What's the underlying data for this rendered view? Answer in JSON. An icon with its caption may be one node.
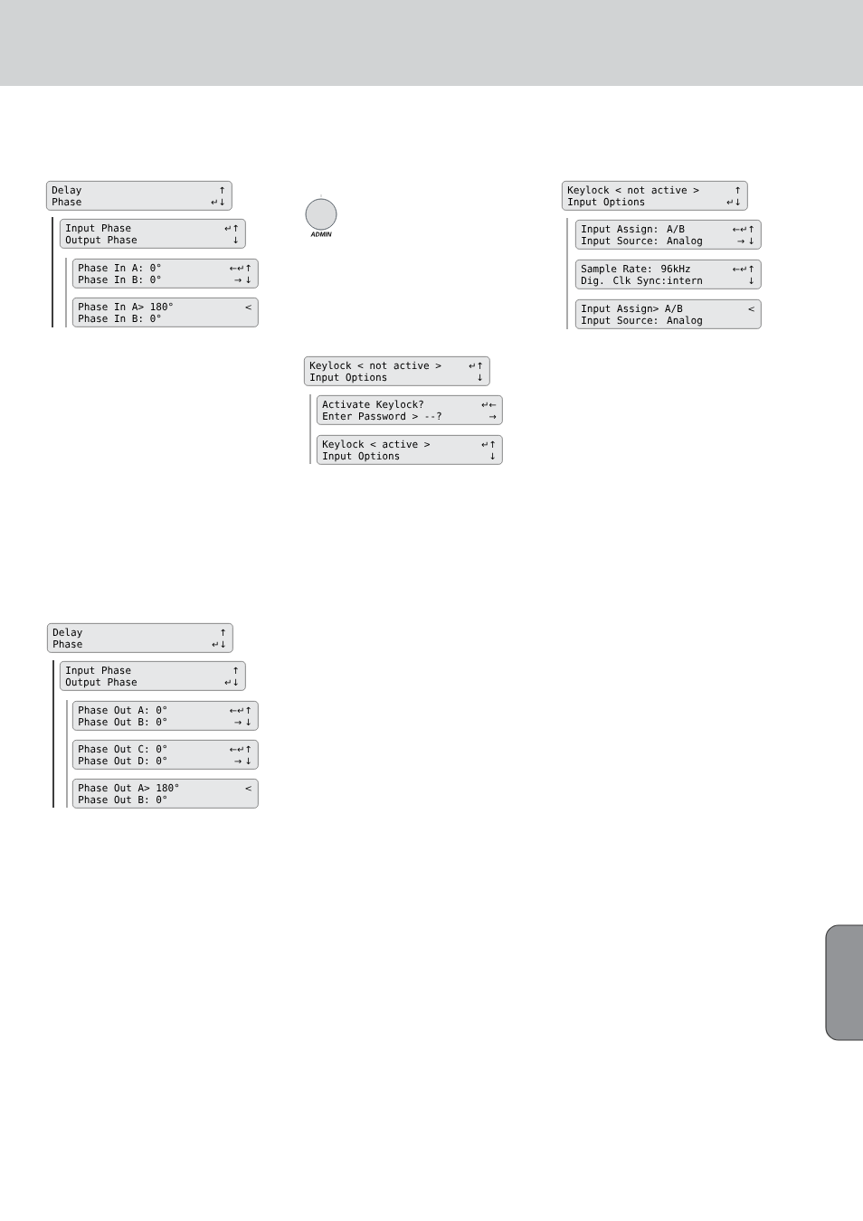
{
  "diagram": {
    "nodes": [
      {
        "text": [
          "Delay",
          "Phase",
          "↑",
          "↵↓"
        ]
      },
      {
        "text": [
          "Input Phase",
          "Output Phase",
          "↵↑",
          "↓"
        ]
      },
      {
        "text": [
          "Phase In A: 0°",
          "Phase In B: 0°",
          "←↵↑",
          "→ ↓"
        ]
      },
      {
        "text": [
          "Phase In A> 180°",
          "Phase In B: 0°",
          "<"
        ]
      },
      {
        "text": [],
        "shape": "circle",
        "beside": [
          "ADMIN"
        ]
      },
      {
        "text": [
          "Keylock < not active >",
          "Input Options",
          "↑",
          "↵↓"
        ]
      },
      {
        "text": [
          "Input Assign: A/B",
          "Input Source: Analog",
          "←↵↑",
          "→ ↓"
        ]
      },
      {
        "text": [
          "Sample Rate: 96kHz",
          "Dig. Clk Sync:intern",
          "←↵↑",
          "↓"
        ]
      },
      {
        "text": [
          "Input Assign> A/B",
          "Input Source: Analog",
          "<"
        ]
      },
      {
        "text": [
          "Keylock < not active >",
          "Input Options",
          "↵↑",
          "↓"
        ]
      },
      {
        "text": [
          "Activate Keylock?",
          "Enter Password > --?",
          "↵←",
          "→"
        ]
      },
      {
        "text": [
          "Keylock < active >",
          "Input Options",
          "↵↑",
          "↓"
        ]
      },
      {
        "text": [
          "Delay",
          "Phase",
          "↑",
          "↵↓"
        ]
      },
      {
        "text": [
          "Input Phase",
          "Output Phase",
          "↑",
          "↵↓"
        ]
      },
      {
        "text": [
          "Phase Out A: 0°",
          "Phase Out B: 0°",
          "←↵↑",
          "→ ↓"
        ]
      },
      {
        "text": [
          "Phase Out C: 0°",
          "Phase Out D: 0°",
          "←↵↑",
          "→ ↓"
        ]
      },
      {
        "text": [
          "Phase Out A> 180°",
          "Phase Out B: 0°",
          "<"
        ]
      }
    ]
  }
}
